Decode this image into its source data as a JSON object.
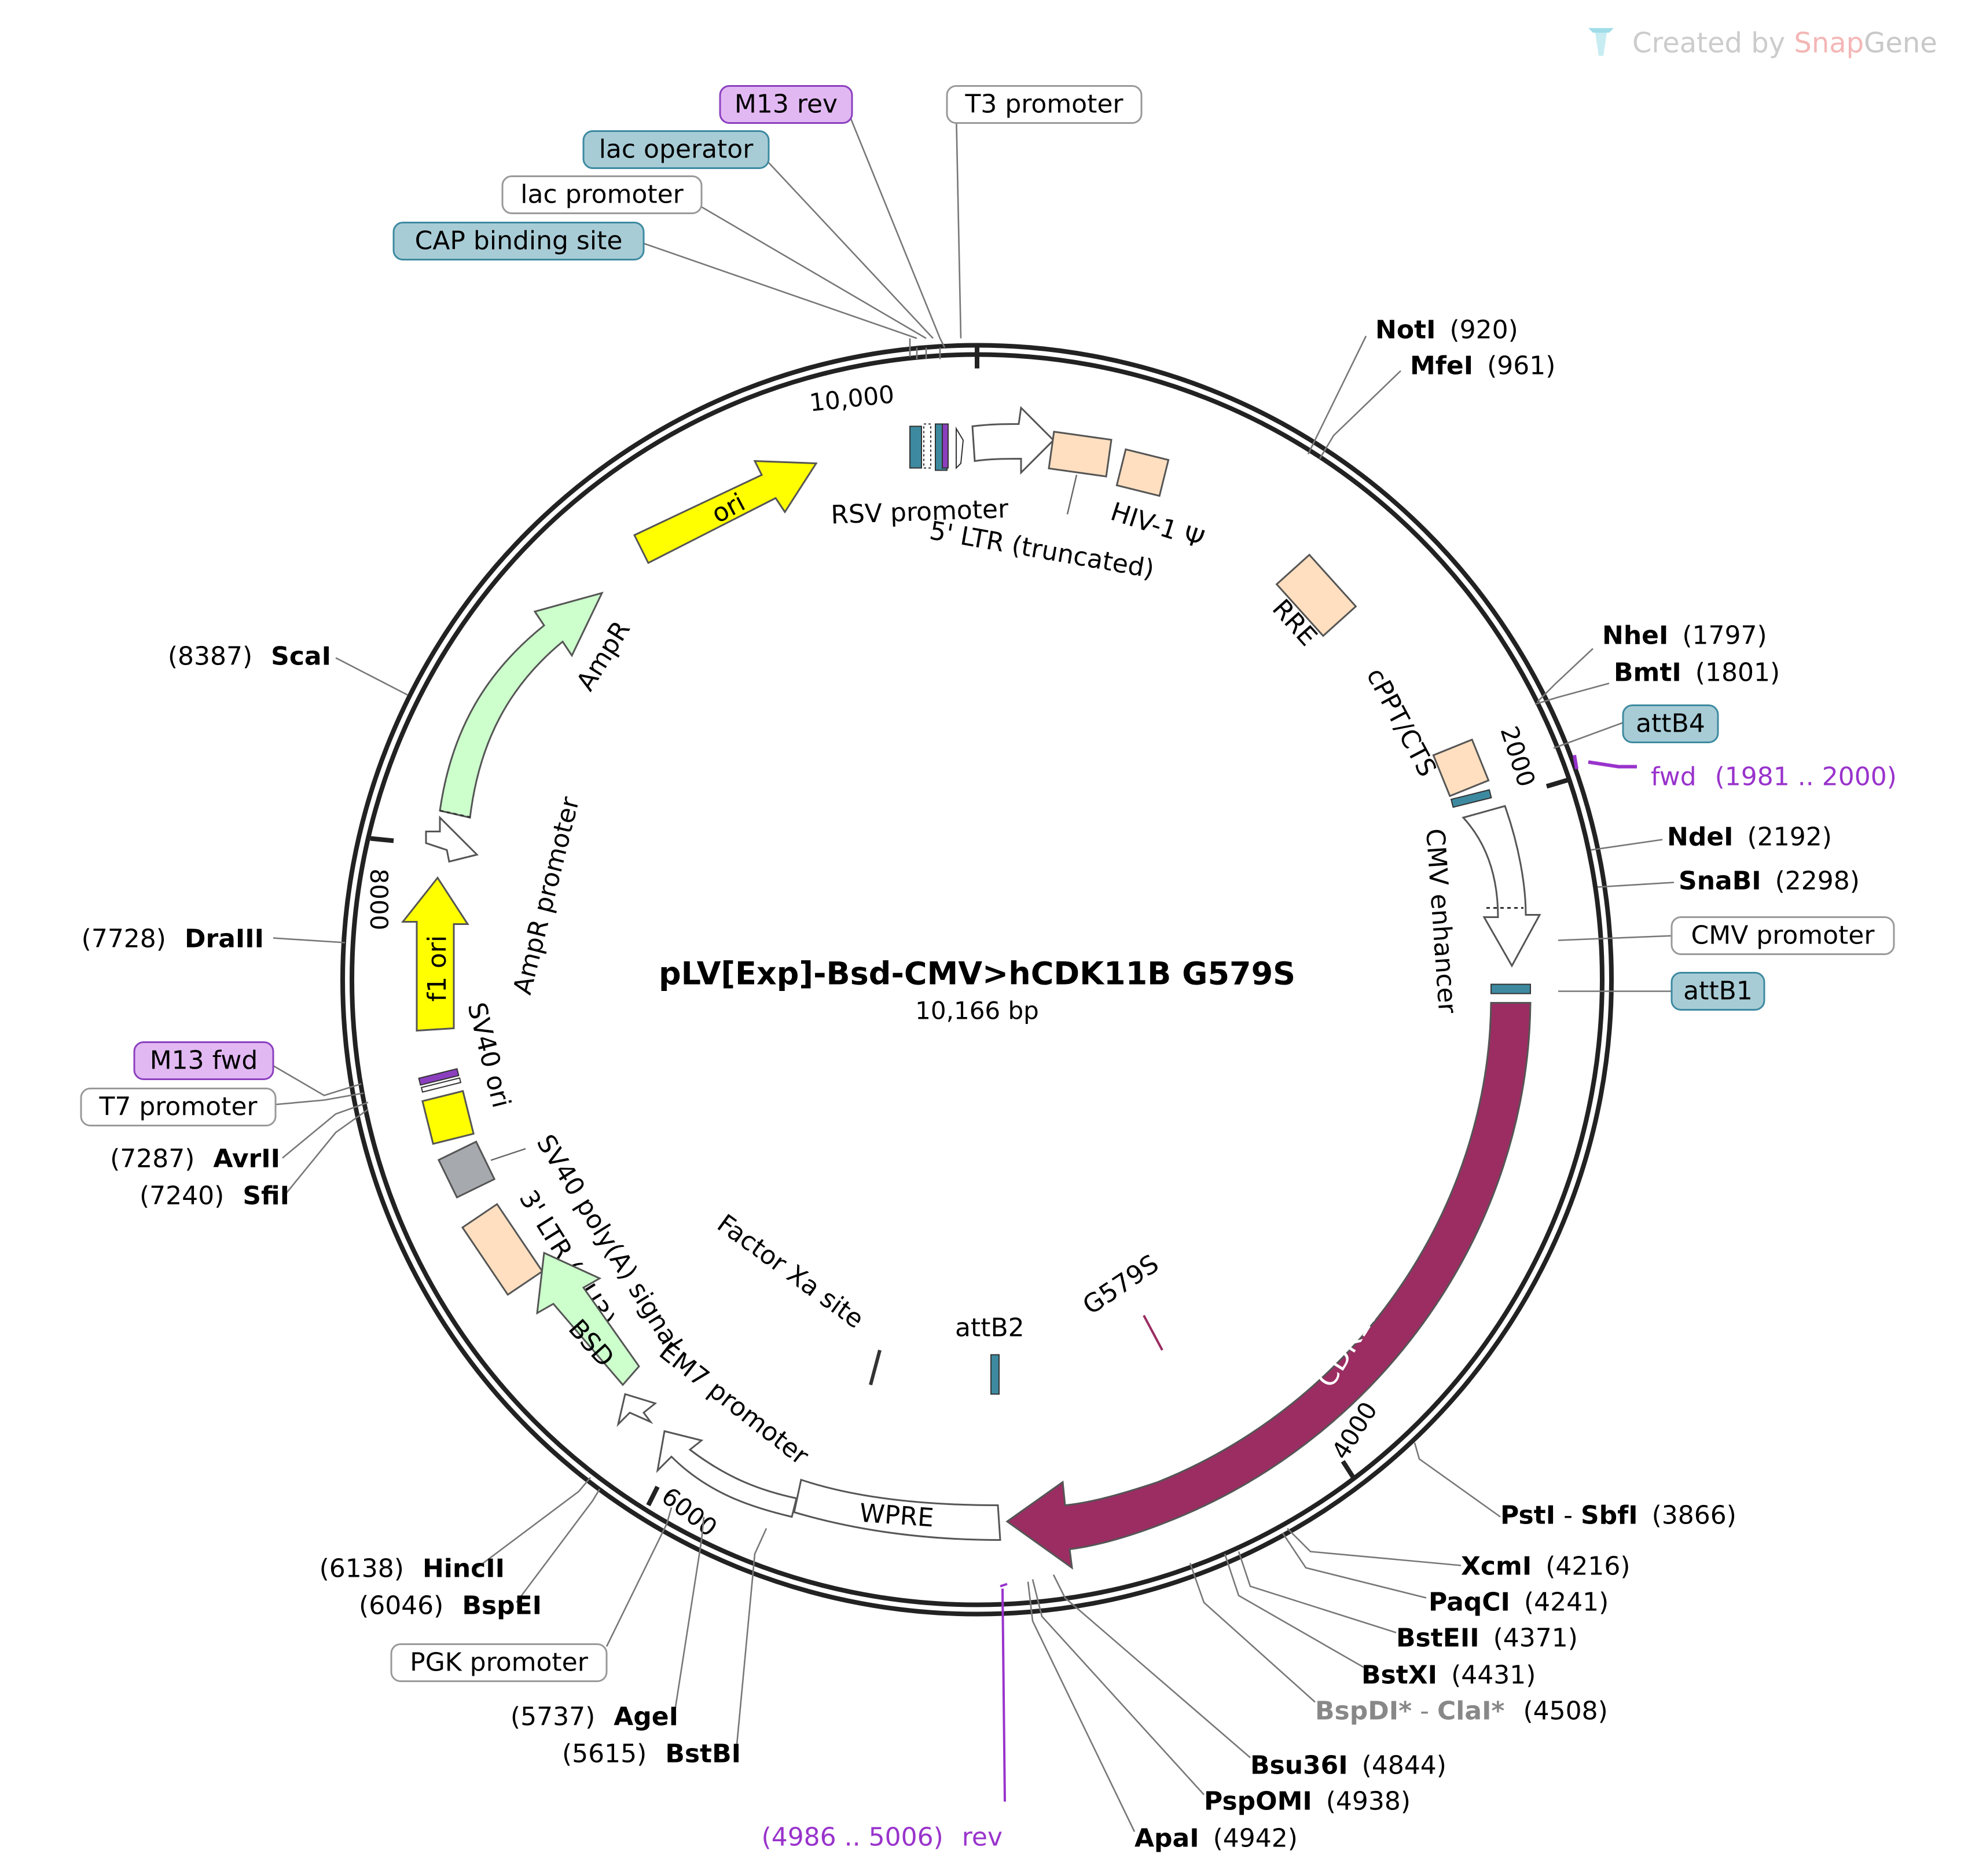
{
  "watermark": {
    "prefix": "Created by ",
    "brand_a": "Snap",
    "brand_b": "Gene"
  },
  "title": "pLV[Exp]-Bsd-CMV>hCDK11B G579S",
  "subtitle": "10,166 bp",
  "tick_labels": {
    "t10000": "10,000",
    "t2000": "2000",
    "t4000": "4000",
    "t6000": "6000",
    "t8000": "8000"
  },
  "features": {
    "ori": "ori",
    "ampr": "AmpR",
    "ampr_promoter": "AmpR promoter",
    "f1ori": "f1 ori",
    "sv40ori": "SV40 ori",
    "sv40polya": "SV40 poly(A) signal",
    "ltr3": "3' LTR (ΔU3)",
    "bsd": "BSD",
    "em7": "EM7 promoter",
    "wpre": "WPRE",
    "rsv": "RSV promoter",
    "ltr5": "5' LTR (truncated)",
    "hiv": "HIV-1 Ψ",
    "rre": "RRE",
    "cppt": "cPPT/CTS",
    "cmv_enh": "CMV enhancer",
    "cdk": "CDK11B",
    "factor_xa": "Factor Xa site",
    "attb2": "attB2",
    "g579s": "G579S"
  },
  "boxed_labels": {
    "m13rev": "M13 rev",
    "t3": "T3 promoter",
    "lacop": "lac operator",
    "lacprom": "lac promoter",
    "cap": "CAP binding site",
    "attb4": "attB4",
    "cmvprom": "CMV promoter",
    "attb1": "attB1",
    "m13fwd": "M13 fwd",
    "t7": "T7 promoter",
    "pgk": "PGK promoter"
  },
  "sites": {
    "noti": {
      "name": "NotI",
      "pos": "(920)"
    },
    "mfei": {
      "name": "MfeI",
      "pos": "(961)"
    },
    "nhei": {
      "name": "NheI",
      "pos": "(1797)"
    },
    "bmti": {
      "name": "BmtI",
      "pos": "(1801)"
    },
    "ndei": {
      "name": "NdeI",
      "pos": "(2192)"
    },
    "snabi": {
      "name": "SnaBI",
      "pos": "(2298)"
    },
    "psti": {
      "name": "PstI",
      "sep": " - ",
      "name2": "SbfI",
      "pos": "(3866)"
    },
    "xcmi": {
      "name": "XcmI",
      "pos": "(4216)"
    },
    "paqci": {
      "name": "PaqCI",
      "pos": "(4241)"
    },
    "bsteii": {
      "name": "BstEII",
      "pos": "(4371)"
    },
    "bstxi": {
      "name": "BstXI",
      "pos": "(4431)"
    },
    "bspdi": {
      "name": "BspDI*",
      "sep": " - ",
      "name2": "ClaI*",
      "pos": "(4508)"
    },
    "bsu36i": {
      "name": "Bsu36I",
      "pos": "(4844)"
    },
    "pspomi": {
      "name": "PspOMI",
      "pos": "(4938)"
    },
    "apai": {
      "name": "ApaI",
      "pos": "(4942)"
    },
    "scai": {
      "name": "ScaI",
      "pos": "(8387)"
    },
    "draiii": {
      "name": "DraIII",
      "pos": "(7728)"
    },
    "avrii": {
      "name": "AvrII",
      "pos": "(7287)"
    },
    "sfii": {
      "name": "SfiI",
      "pos": "(7240)"
    },
    "hincii": {
      "name": "HincII",
      "pos": "(6138)"
    },
    "bspei": {
      "name": "BspEI",
      "pos": "(6046)"
    },
    "agei": {
      "name": "AgeI",
      "pos": "(5737)"
    },
    "bstbi": {
      "name": "BstBI",
      "pos": "(5615)"
    }
  },
  "primers": {
    "fwd": {
      "name": "fwd",
      "pos": "(1981 .. 2000)"
    },
    "rev": {
      "name": "rev",
      "pos": "(4986 .. 5006)"
    }
  },
  "colors": {
    "ori": "#ffff00",
    "ampr": "#ccffcc",
    "cdk": "#9b2d62",
    "ltr": "#ffdfbf",
    "feature_box": "#a8ccd6",
    "primer_box": "#e2b8f2",
    "primer": "#9933cc",
    "ring": "#222222"
  }
}
